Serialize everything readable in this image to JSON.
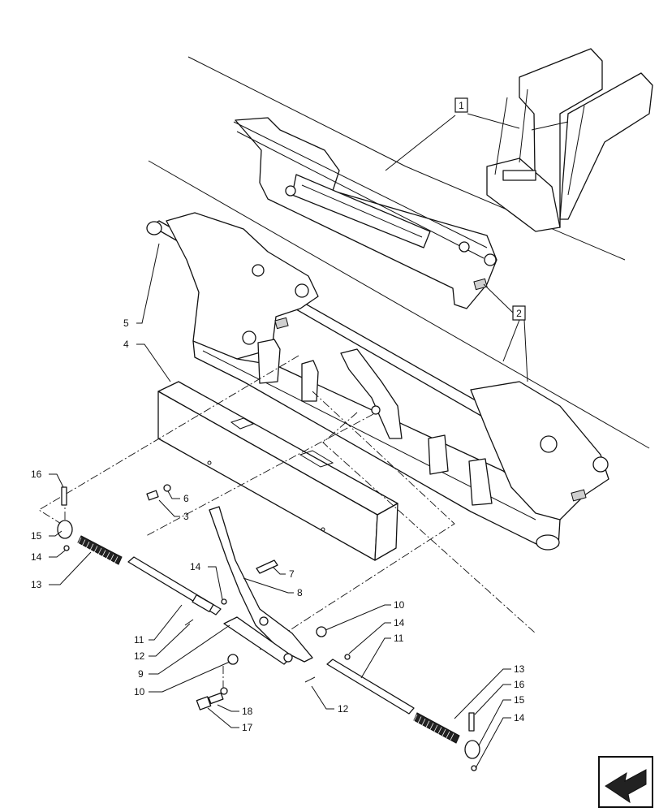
{
  "callouts": {
    "ref_1": "1",
    "ref_2": "2",
    "c3": "3",
    "c4": "4",
    "c5": "5",
    "c6": "6",
    "c7": "7",
    "c8": "8",
    "c9": "9",
    "c10a": "10",
    "c10b": "10",
    "c11a": "11",
    "c11b": "11",
    "c12a": "12",
    "c12b": "12",
    "c13a": "13",
    "c13b": "13",
    "c14a": "14",
    "c14b": "14",
    "c14c": "14",
    "c14d": "14",
    "c15a": "15",
    "c15b": "15",
    "c16a": "16",
    "c16b": "16",
    "c17": "17",
    "c18": "18"
  },
  "icons": {
    "nav": "arrow-back-icon"
  },
  "colors": {
    "line": "#111111",
    "background": "#ffffff",
    "spring": "#222222"
  }
}
